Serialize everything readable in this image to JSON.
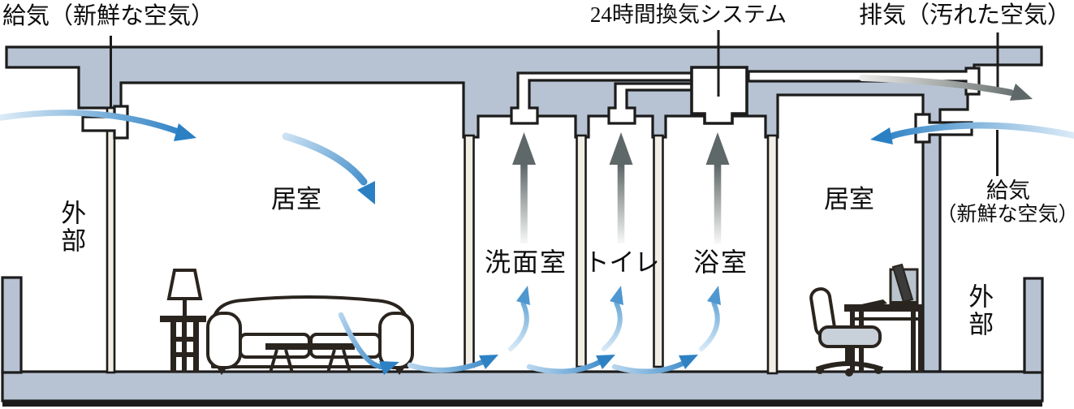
{
  "labels": {
    "supply_left": "給気（新鮮な空気）",
    "system": "24時間換気システム",
    "exhaust": "排気（汚れた空気）",
    "supply_right_line1": "給気",
    "supply_right_line2": "（新鮮な空気）",
    "outside_left": "外部",
    "outside_right": "外部",
    "room_living_left": "居室",
    "room_living_right": "居室",
    "room_washroom": "洗面室",
    "room_toilet": "トイレ",
    "room_bathroom": "浴室"
  },
  "colors": {
    "structure_fill": "#b7c3d2",
    "outline": "#1c1c1c",
    "wall_fill": "#f2eee6",
    "supply_air": "#2b80c4",
    "supply_air_light": "#dcebf7",
    "transfer_air": "#4f97cf",
    "exhaust_air": "#5f6868"
  },
  "air_flows": [
    {
      "id": "supply-left",
      "type": "supply",
      "from": "外部",
      "to": "居室（左）"
    },
    {
      "id": "supply-right",
      "type": "supply",
      "from": "外部",
      "to": "居室（右）"
    },
    {
      "id": "transfer-under-doors",
      "type": "transfer",
      "from": "居室",
      "to": "洗面室・トイレ・浴室"
    },
    {
      "id": "exhaust-washroom",
      "type": "exhaust",
      "from": "洗面室",
      "to": "24時間換気システム"
    },
    {
      "id": "exhaust-toilet",
      "type": "exhaust",
      "from": "トイレ",
      "to": "24時間換気システム"
    },
    {
      "id": "exhaust-bathroom",
      "type": "exhaust",
      "from": "浴室",
      "to": "24時間換気システム"
    },
    {
      "id": "exhaust-out",
      "type": "exhaust",
      "from": "24時間換気システム",
      "to": "外部"
    }
  ],
  "furniture": [
    "table-lamp",
    "side-table",
    "sofa",
    "coffee-table",
    "office-chair",
    "desk",
    "monitor",
    "keyboard"
  ]
}
